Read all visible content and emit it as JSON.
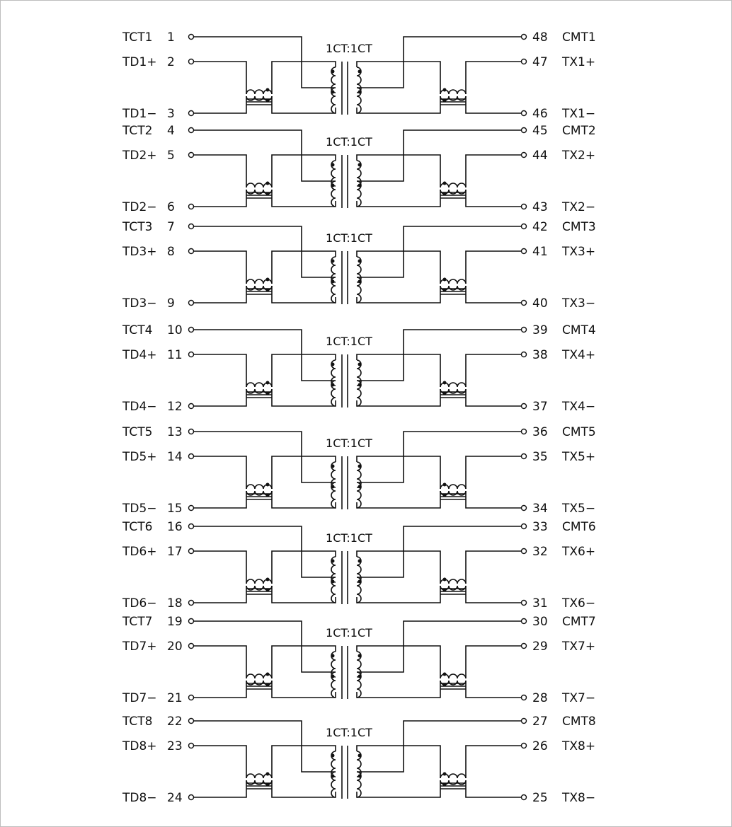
{
  "channels": [
    {
      "ratio": "1CT:1CT",
      "left": [
        {
          "signal": "TCT1",
          "pin": "1"
        },
        {
          "signal": "TD1+",
          "pin": "2"
        },
        {
          "signal": "TD1−",
          "pin": "3"
        }
      ],
      "right": [
        {
          "pin": "48",
          "signal": "CMT1"
        },
        {
          "pin": "47",
          "signal": "TX1+"
        },
        {
          "pin": "46",
          "signal": "TX1−"
        }
      ]
    },
    {
      "ratio": "1CT:1CT",
      "left": [
        {
          "signal": "TCT2",
          "pin": "4"
        },
        {
          "signal": "TD2+",
          "pin": "5"
        },
        {
          "signal": "TD2−",
          "pin": "6"
        }
      ],
      "right": [
        {
          "pin": "45",
          "signal": "CMT2"
        },
        {
          "pin": "44",
          "signal": "TX2+"
        },
        {
          "pin": "43",
          "signal": "TX2−"
        }
      ]
    },
    {
      "ratio": "1CT:1CT",
      "left": [
        {
          "signal": "TCT3",
          "pin": "7"
        },
        {
          "signal": "TD3+",
          "pin": "8"
        },
        {
          "signal": "TD3−",
          "pin": "9"
        }
      ],
      "right": [
        {
          "pin": "42",
          "signal": "CMT3"
        },
        {
          "pin": "41",
          "signal": "TX3+"
        },
        {
          "pin": "40",
          "signal": "TX3−"
        }
      ]
    },
    {
      "ratio": "1CT:1CT",
      "left": [
        {
          "signal": "TCT4",
          "pin": "10"
        },
        {
          "signal": "TD4+",
          "pin": "11"
        },
        {
          "signal": "TD4−",
          "pin": "12"
        }
      ],
      "right": [
        {
          "pin": "39",
          "signal": "CMT4"
        },
        {
          "pin": "38",
          "signal": "TX4+"
        },
        {
          "pin": "37",
          "signal": "TX4−"
        }
      ]
    },
    {
      "ratio": "1CT:1CT",
      "left": [
        {
          "signal": "TCT5",
          "pin": "13"
        },
        {
          "signal": "TD5+",
          "pin": "14"
        },
        {
          "signal": "TD5−",
          "pin": "15"
        }
      ],
      "right": [
        {
          "pin": "36",
          "signal": "CMT5"
        },
        {
          "pin": "35",
          "signal": "TX5+"
        },
        {
          "pin": "34",
          "signal": "TX5−"
        }
      ]
    },
    {
      "ratio": "1CT:1CT",
      "left": [
        {
          "signal": "TCT6",
          "pin": "16"
        },
        {
          "signal": "TD6+",
          "pin": "17"
        },
        {
          "signal": "TD6−",
          "pin": "18"
        }
      ],
      "right": [
        {
          "pin": "33",
          "signal": "CMT6"
        },
        {
          "pin": "32",
          "signal": "TX6+"
        },
        {
          "pin": "31",
          "signal": "TX6−"
        }
      ]
    },
    {
      "ratio": "1CT:1CT",
      "left": [
        {
          "signal": "TCT7",
          "pin": "19"
        },
        {
          "signal": "TD7+",
          "pin": "20"
        },
        {
          "signal": "TD7−",
          "pin": "21"
        }
      ],
      "right": [
        {
          "pin": "30",
          "signal": "CMT7"
        },
        {
          "pin": "29",
          "signal": "TX7+"
        },
        {
          "pin": "28",
          "signal": "TX7−"
        }
      ]
    },
    {
      "ratio": "1CT:1CT",
      "left": [
        {
          "signal": "TCT8",
          "pin": "22"
        },
        {
          "signal": "TD8+",
          "pin": "23"
        },
        {
          "signal": "TD8−",
          "pin": "24"
        }
      ],
      "right": [
        {
          "pin": "27",
          "signal": "CMT8"
        },
        {
          "pin": "26",
          "signal": "TX8+"
        },
        {
          "pin": "25",
          "signal": "TX8−"
        }
      ]
    }
  ]
}
